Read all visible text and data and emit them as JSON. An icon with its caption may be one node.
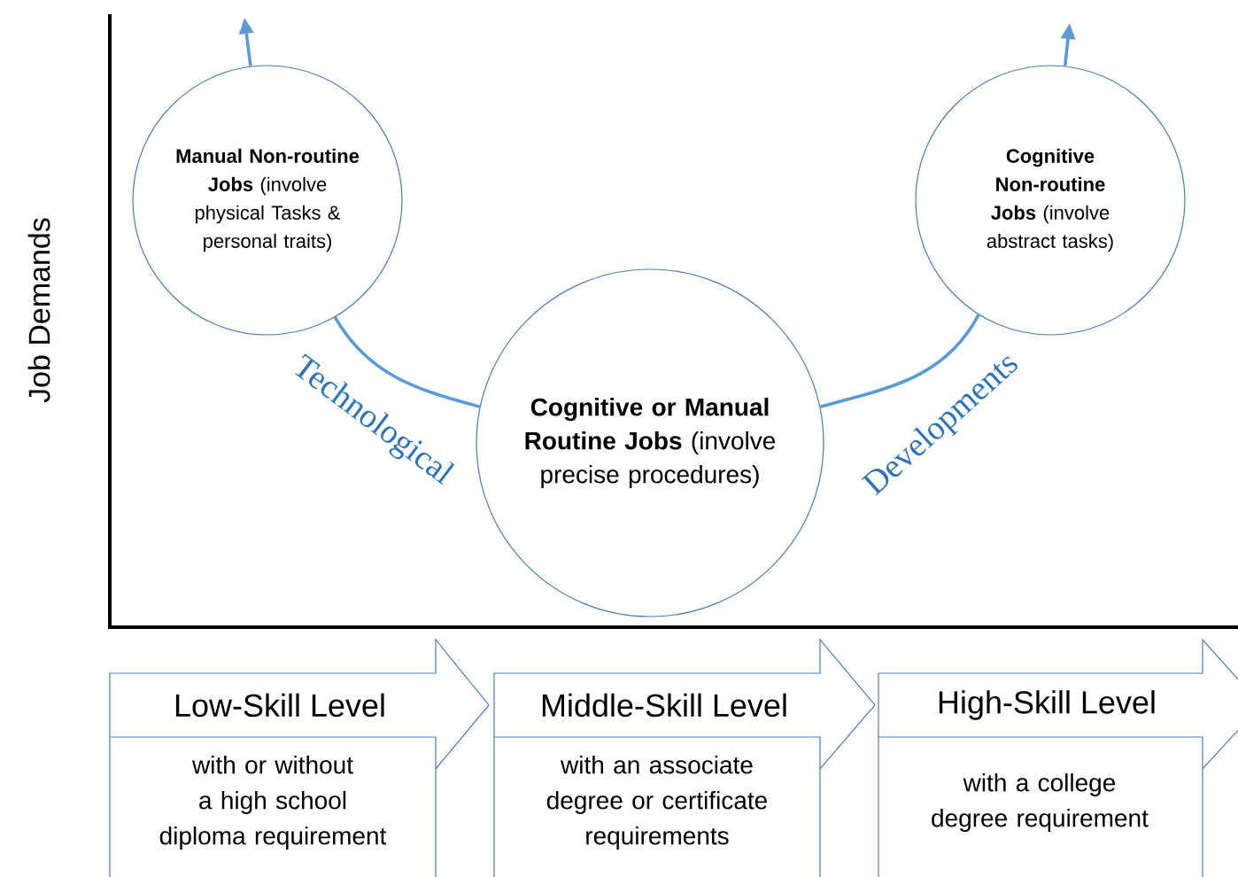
{
  "diagram": {
    "nodes": [
      {
        "text": [
          "**Manual Non-routine Jobs** (involve physical Tasks & personal traits)"
        ]
      },
      {
        "text": [
          "**Cognitive or Manual Routine Jobs** (involve precise procedures)"
        ]
      },
      {
        "text": [
          "**Cognitive Non-routine Jobs** (involve abstract tasks)"
        ]
      },
      {
        "text": [
          "Low-Skill Level",
          "with or without a high school diploma requirement"
        ]
      },
      {
        "text": [
          "Middle-Skill Level",
          "with an associate degree or certificate requirements"
        ]
      },
      {
        "text": [
          "High-Skill Level",
          "with a college degree requirement"
        ]
      }
    ],
    "edges": [
      {
        "from": 0,
        "to": 1,
        "arrow": "none",
        "label": "Technological"
      },
      {
        "from": 1,
        "to": 2,
        "arrow": "none",
        "label": "Developments"
      },
      {
        "from": 0,
        "to": null,
        "arrow": "to"
      },
      {
        "from": 2,
        "to": null,
        "arrow": "to"
      }
    ],
    "labels": [
      "Job Demands"
    ]
  }
}
